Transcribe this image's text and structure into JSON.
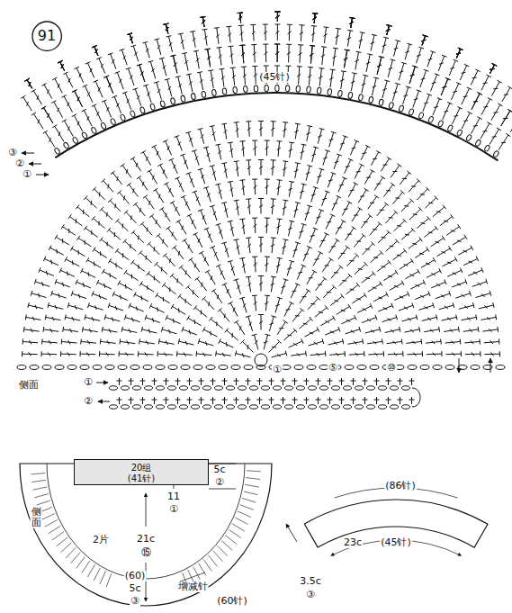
{
  "diagram": {
    "nodes": [
      {
        "text": [
          "91"
        ]
      },
      {
        "text": [
          "20组",
          "(41针)"
        ]
      }
    ],
    "labels": [
      "(45针)",
      "③",
      "②",
      "①",
      "①",
      "⑤",
      "⑩",
      "侧面",
      "①",
      "②",
      "5c",
      "②",
      "11",
      "①",
      "21c",
      "⑮",
      "侧面",
      "2片",
      "(60)",
      "5c",
      "③",
      "增减针",
      "(60针)",
      "(86针)",
      "23c",
      "(45针)",
      "3.5c",
      "③"
    ]
  }
}
